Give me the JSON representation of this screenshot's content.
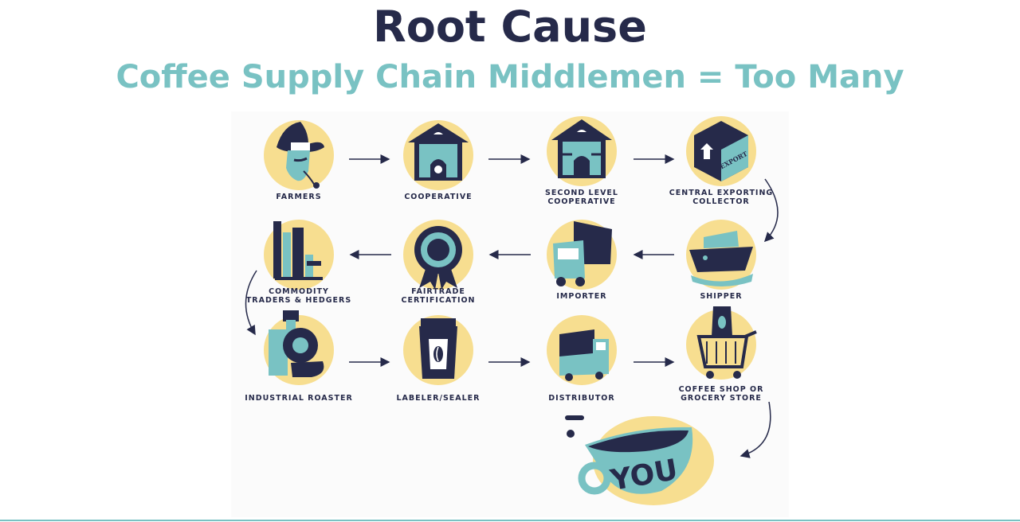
{
  "header": {
    "title": "Root Cause",
    "subtitle": "Coffee Supply Chain Middlemen = Too Many"
  },
  "colors": {
    "navy": "#262a4a",
    "teal": "#79c2c3",
    "yellow": "#f7de90",
    "white": "#ffffff"
  },
  "nodes": [
    {
      "id": "farmers",
      "icon": "farmer-icon",
      "lines": [
        "FARMERS"
      ]
    },
    {
      "id": "cooperative",
      "icon": "cooperative-house-icon",
      "lines": [
        "COOPERATIVE"
      ]
    },
    {
      "id": "second-level-cooperative",
      "icon": "second-level-cooperative-icon",
      "lines": [
        "SECOND LEVEL",
        "COOPERATIVE"
      ]
    },
    {
      "id": "central-exporting-collector",
      "icon": "export-box-icon",
      "box_text": "EXPORT",
      "lines": [
        "CENTRAL EXPORTING",
        "COLLECTOR"
      ]
    },
    {
      "id": "shipper",
      "icon": "ship-icon",
      "lines": [
        "SHIPPER"
      ]
    },
    {
      "id": "importer",
      "icon": "truck-icon",
      "lines": [
        "IMPORTER"
      ]
    },
    {
      "id": "fairtrade-certification",
      "icon": "certification-rosette-icon",
      "lines": [
        "FAIRTRADE",
        "CERTIFICATION"
      ]
    },
    {
      "id": "commodity-traders-hedgers",
      "icon": "buildings-icon",
      "lines": [
        "COMMODITY",
        "TRADERS & HEDGERS"
      ]
    },
    {
      "id": "industrial-roaster",
      "icon": "roaster-machine-icon",
      "lines": [
        "INDUSTRIAL ROASTER"
      ]
    },
    {
      "id": "labeler-sealer",
      "icon": "coffee-bag-icon",
      "lines": [
        "LABELER/SEALER"
      ]
    },
    {
      "id": "distributor",
      "icon": "delivery-truck-icon",
      "lines": [
        "DISTRIBUTOR"
      ]
    },
    {
      "id": "coffee-shop-grocery",
      "icon": "shopping-cart-icon",
      "lines": [
        "COFFEE SHOP OR",
        "GROCERY STORE"
      ]
    }
  ],
  "final": {
    "icon": "coffee-cup-icon",
    "cup_text": "YOU"
  }
}
